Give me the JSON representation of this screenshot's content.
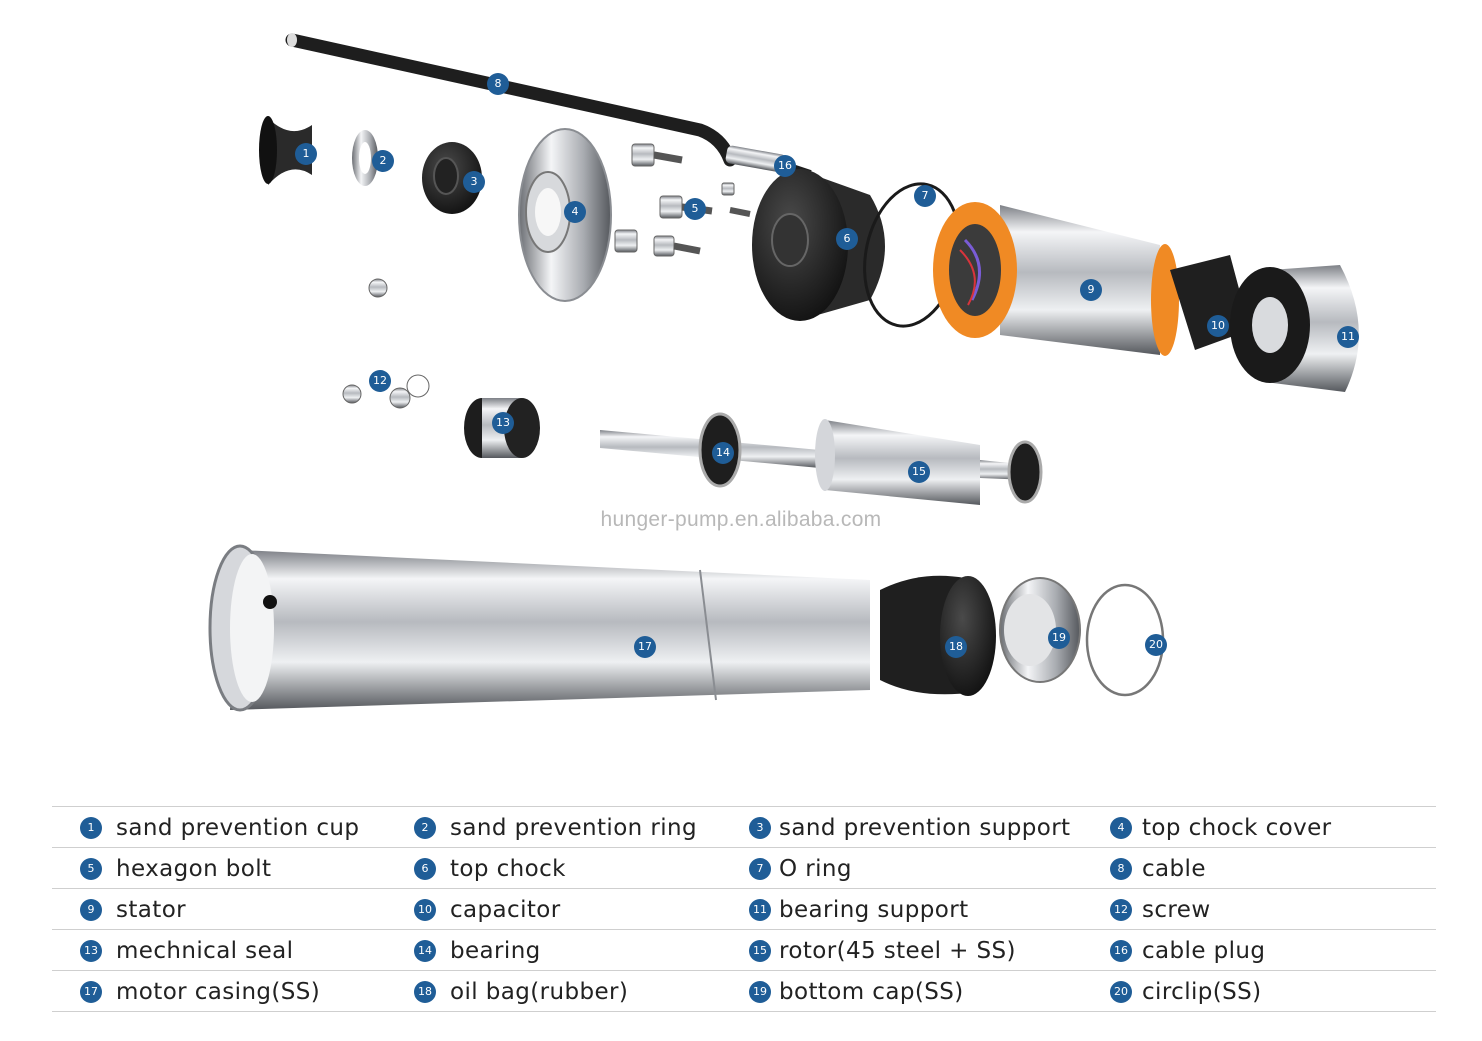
{
  "watermark": "hunger-pump.en.alibaba.com",
  "colors": {
    "badge": "#1f5d97",
    "rubber": "#1d1d1d",
    "winding": "#f08a24",
    "steel": "#c9cbcf"
  },
  "parts": [
    {
      "num": "1",
      "label": "sand prevention cup"
    },
    {
      "num": "2",
      "label": "sand prevention ring"
    },
    {
      "num": "3",
      "label": "sand prevention support"
    },
    {
      "num": "4",
      "label": "top chock cover"
    },
    {
      "num": "5",
      "label": "hexagon bolt"
    },
    {
      "num": "6",
      "label": "top chock"
    },
    {
      "num": "7",
      "label": "O ring"
    },
    {
      "num": "8",
      "label": "cable"
    },
    {
      "num": "9",
      "label": "stator"
    },
    {
      "num": "10",
      "label": "capacitor"
    },
    {
      "num": "11",
      "label": "bearing support"
    },
    {
      "num": "12",
      "label": "screw"
    },
    {
      "num": "13",
      "label": "mechnical seal"
    },
    {
      "num": "14",
      "label": "bearing"
    },
    {
      "num": "15",
      "label": "rotor(45 steel + SS)"
    },
    {
      "num": "16",
      "label": "cable plug"
    },
    {
      "num": "17",
      "label": "motor casing(SS)"
    },
    {
      "num": "18",
      "label": "oil bag(rubber)"
    },
    {
      "num": "19",
      "label": "bottom cap(SS)"
    },
    {
      "num": "20",
      "label": "circlip(SS)"
    }
  ]
}
